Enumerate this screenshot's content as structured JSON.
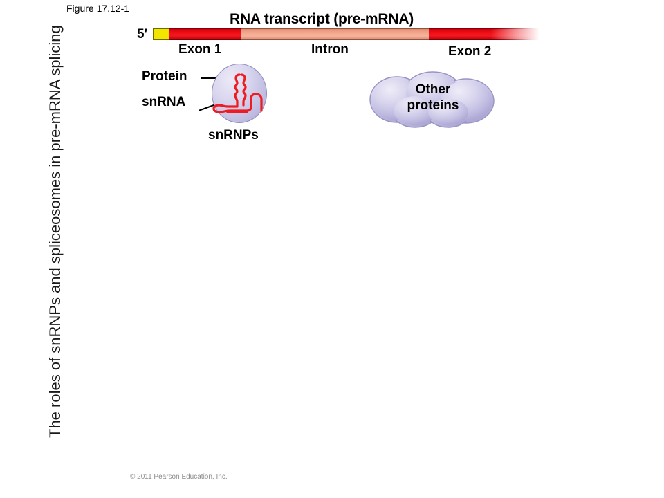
{
  "figure": {
    "label": "Figure 17.12-1"
  },
  "slide": {
    "vertical_title": "The roles of snRNPs and spliceosomes in pre-mRNA splicing"
  },
  "transcript": {
    "title": "RNA transcript (pre-mRNA)",
    "five_prime_label": "5′",
    "segments": [
      {
        "name": "cap",
        "caption": "",
        "color": "#f2e500"
      },
      {
        "name": "exon1",
        "caption": "Exon 1",
        "color": "#ef0b13"
      },
      {
        "name": "intron",
        "caption": "Intron",
        "color": "#f3a68c"
      },
      {
        "name": "exon2",
        "caption": "Exon 2",
        "color": "#ef0b13"
      }
    ],
    "exon1_caption": "Exon 1",
    "intron_caption": "Intron",
    "exon2_caption": "Exon 2"
  },
  "snrnp": {
    "protein_label": "Protein",
    "snrna_label": "snRNA",
    "caption": "snRNPs",
    "body_color": "#d8d5ee",
    "border_color": "#8e8ab8",
    "rna_color": "#ee1c22"
  },
  "other_proteins": {
    "label": "Other\nproteins",
    "body_color": "#cbc8e6",
    "border_color": "#9893c6"
  },
  "footer": {
    "copyright": "© 2011 Pearson Education, Inc."
  }
}
